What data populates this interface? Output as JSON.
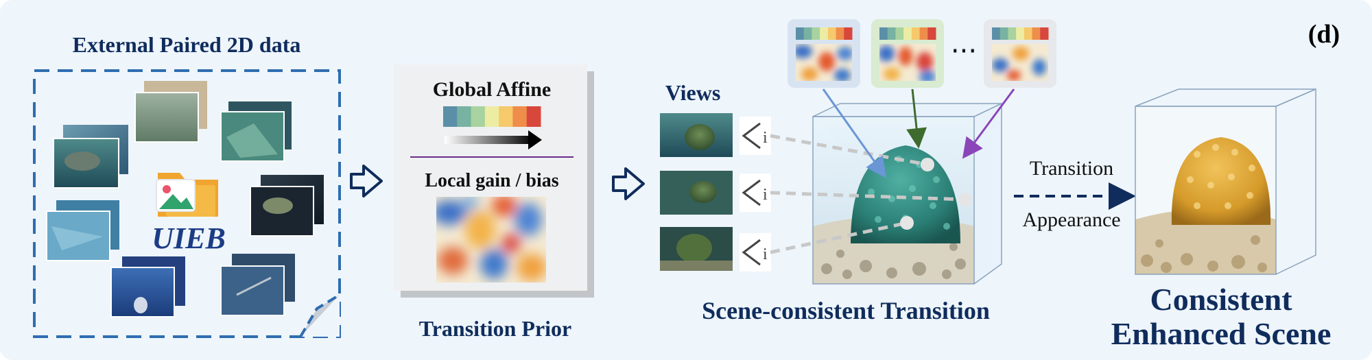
{
  "panel_tag": "(d)",
  "external_data": {
    "title": "External Paired 2D data",
    "dataset_name": "UIEB"
  },
  "transition_prior": {
    "global_affine_label": "Global Affine",
    "local_gain_bias_label": "Local gain / bias",
    "caption": "Transition Prior",
    "palette": [
      "#5b8fa8",
      "#78b2a2",
      "#a8d29f",
      "#eceda3",
      "#f6c96b",
      "#ef8d4b",
      "#d8473b"
    ]
  },
  "views": {
    "label": "Views",
    "view_icon_label": "i"
  },
  "transition_scene": {
    "caption": "Scene-consistent Transition",
    "ellipsis": "···"
  },
  "appearance_arrow": {
    "label_top": "Transition",
    "label_bottom": "Appearance"
  },
  "enhanced_scene": {
    "caption_line1": "Consistent",
    "caption_line2": "Enhanced Scene"
  },
  "colors": {
    "background": "#eef5fb",
    "dark_navy": "#0f2c5c",
    "dashed_border": "#2e6db0",
    "blue_arrow": "#6a96d6",
    "green_arrow": "#3e6b2e",
    "purple_arrow": "#8a46b8"
  }
}
